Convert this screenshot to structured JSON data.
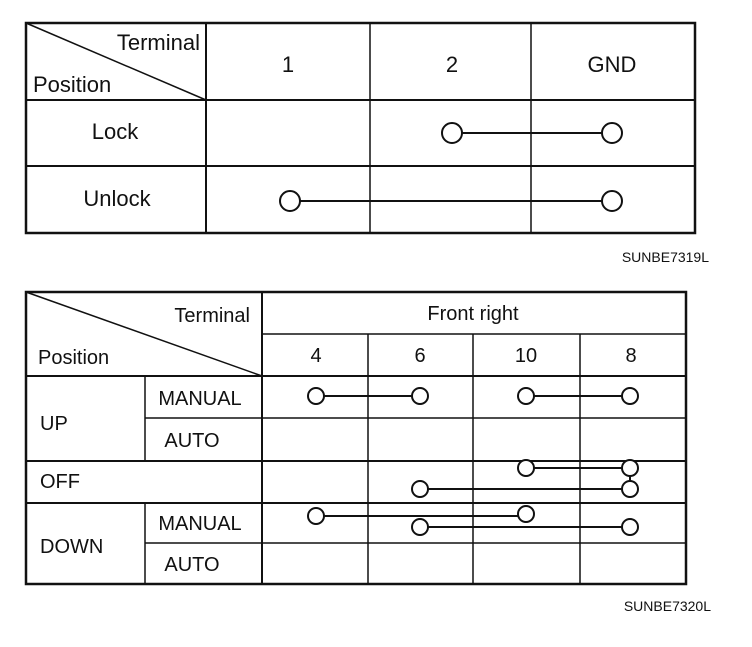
{
  "table1": {
    "header_terminal": "Terminal",
    "header_position": "Position",
    "columns": [
      "1",
      "2",
      "GND"
    ],
    "rows": [
      {
        "label": "Lock",
        "connections": [
          [
            "2",
            "GND"
          ]
        ]
      },
      {
        "label": "Unlock",
        "connections": [
          [
            "1",
            "GND"
          ]
        ]
      }
    ],
    "code": "SUNBE7319L"
  },
  "table2": {
    "header_terminal": "Terminal",
    "header_position": "Position",
    "group": "Front right",
    "columns": [
      "4",
      "6",
      "10",
      "8"
    ],
    "rows": [
      {
        "group": "UP",
        "mode": "MANUAL",
        "connections": [
          [
            "4",
            "6"
          ],
          [
            "10",
            "8"
          ]
        ]
      },
      {
        "group": "UP",
        "mode": "AUTO",
        "connections": []
      },
      {
        "group": "OFF",
        "mode": "",
        "connections": [
          [
            "10",
            "8"
          ],
          [
            "6",
            "8"
          ]
        ]
      },
      {
        "group": "DOWN",
        "mode": "MANUAL",
        "connections": [
          [
            "4",
            "10"
          ],
          [
            "6",
            "8"
          ]
        ]
      },
      {
        "group": "DOWN",
        "mode": "AUTO",
        "connections": []
      }
    ],
    "labels": {
      "up": "UP",
      "off": "OFF",
      "down": "DOWN",
      "manual": "MANUAL",
      "auto": "AUTO"
    },
    "code": "SUNBE7320L"
  }
}
